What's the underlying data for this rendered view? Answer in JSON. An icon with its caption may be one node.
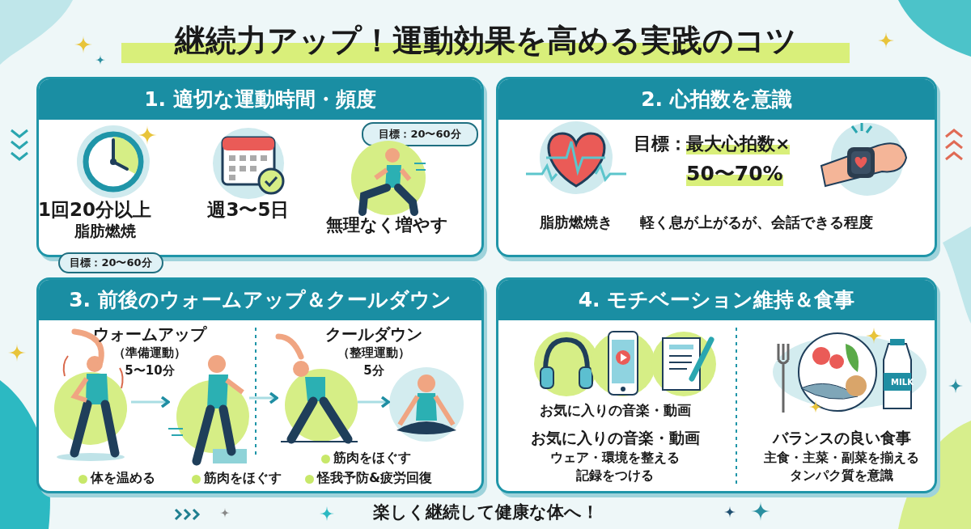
{
  "diagram": {
    "title": "継続力アップ！運動効果を高める実践のコツ",
    "nodes": [
      {
        "text": [
          "1. 適切な運動時間・頻度"
        ]
      },
      {
        "text": [
          "目標：20〜60分"
        ],
        "in": 0
      },
      {
        "text": [
          "目標：20〜60分"
        ]
      },
      {
        "text": [
          "2. 心拍数を意識"
        ]
      },
      {
        "text": [
          "3. 前後のウォームアップ＆クールダウン"
        ]
      },
      {
        "text": [],
        "shape": "picture",
        "in": 4
      },
      {
        "text": [],
        "shape": "picture",
        "in": 4
      },
      {
        "text": [],
        "shape": "picture",
        "in": 4
      },
      {
        "text": [],
        "shape": "picture",
        "in": 4
      },
      {
        "text": [
          "4. モチベーション維持＆食事"
        ]
      }
    ],
    "edges": [
      {
        "from": 5,
        "to": 6,
        "arrow": "to"
      },
      {
        "from": 6,
        "to": 7,
        "arrow": "to"
      },
      {
        "from": 7,
        "to": 8,
        "arrow": "to"
      }
    ],
    "labels": [
      "1回20分以上",
      "脂肪燃焼",
      "週3〜5日",
      "無理なく増やす",
      "目標：",
      "最大心拍数×",
      "50〜70%",
      "脂肪燃焼き",
      "軽く息が上がるが、会話できる程度",
      "ウォームアップ",
      "（準備運動）",
      "5〜10分",
      "クールダウン",
      "（整理運動）",
      "5分",
      "筋肉をほぐす",
      "体を温める",
      "筋肉をほぐす",
      "怪我予防&疲労回復",
      "お気に入りの音楽・動画",
      "MILK",
      "お気に入りの音楽・動画",
      "ウェア・環境を整える",
      "記録をつける",
      "バランスの良い食事",
      "主食・主菜・副菜を揃える",
      "タンパク質を意識",
      "楽しく継続して健康な体へ！"
    ]
  }
}
